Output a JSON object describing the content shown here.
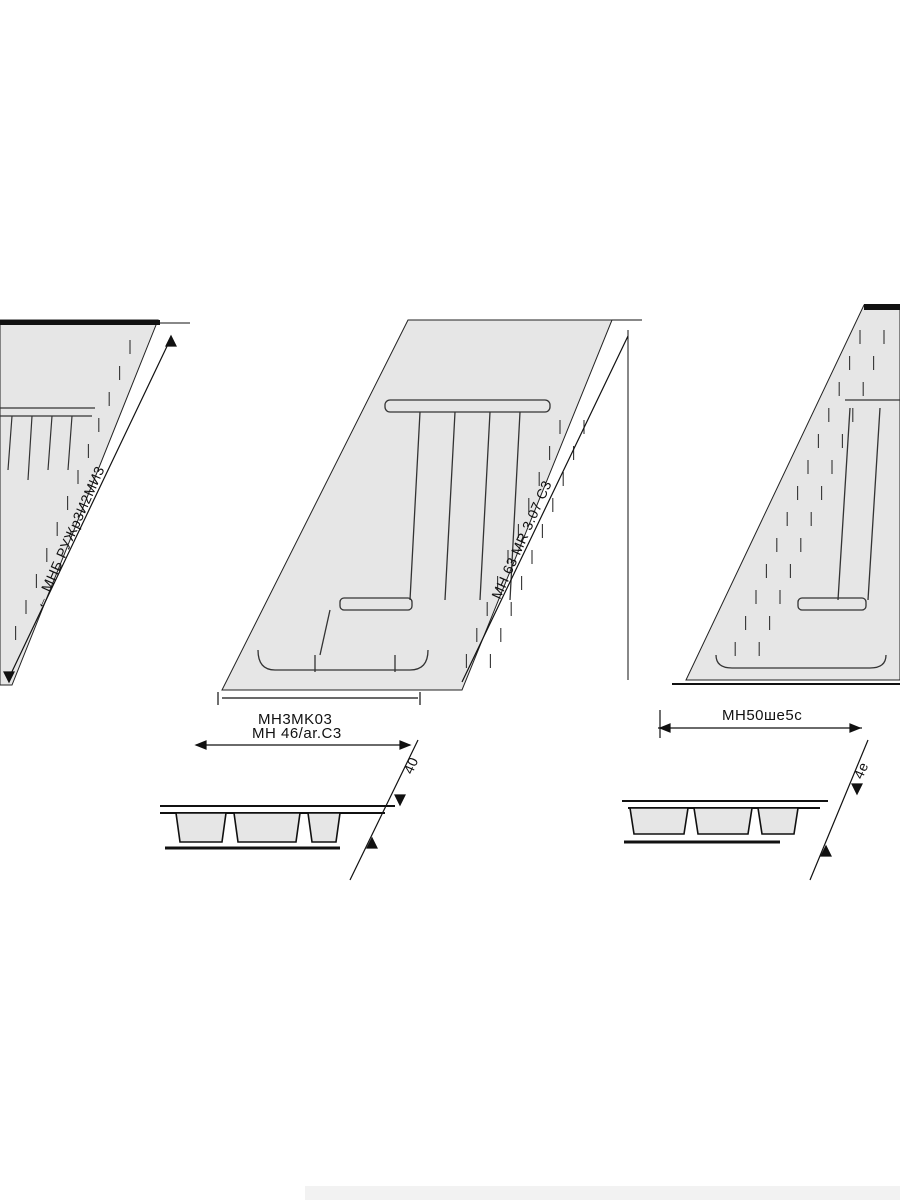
{
  "drawing": {
    "left_tray": {
      "side_dimension_label": "← MHБ РУЖр3И2МИ3"
    },
    "center_tray": {
      "width_label": "MH3MK03",
      "width_sublabel": "MH 46/ar.C3",
      "side_dimension_label": "MH 63 MR 3.07 C3",
      "height_label": "40"
    },
    "right_tray": {
      "width_label": "MH50шe5с",
      "height_label": "4e"
    }
  },
  "colors": {
    "tray_fill": "#e6e6e6",
    "ink": "#111111",
    "background": "#ffffff"
  }
}
